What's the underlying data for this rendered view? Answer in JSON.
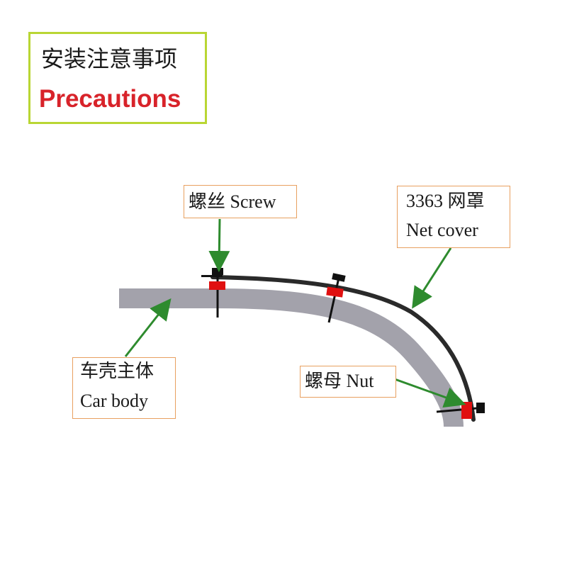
{
  "header": {
    "title_cn": "安装注意事项",
    "title_en": "Precautions"
  },
  "labels": {
    "screw": {
      "text": "螺丝 Screw"
    },
    "net_cover": {
      "line1": "3363 网罩",
      "line2": "Net cover"
    },
    "car_body": {
      "line1": "车壳主体",
      "line2": "Car body"
    },
    "nut": {
      "text": "螺母 Nut"
    }
  },
  "colors": {
    "header_border": "#b9d634",
    "header_en": "#d8232a",
    "label_border": "#e8a060",
    "car_body": "#a3a2ab",
    "net_cover": "#2a2a2a",
    "clip": "#e01010",
    "arrow": "#2e8b2e"
  }
}
